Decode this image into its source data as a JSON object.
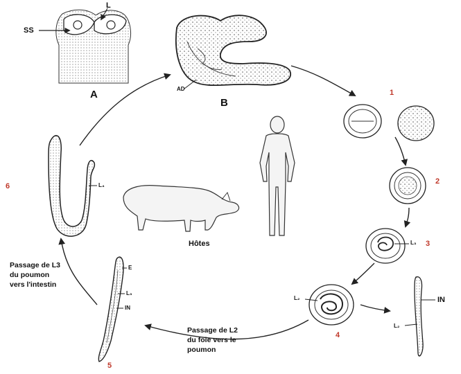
{
  "colors": {
    "line": "#222222",
    "number": "#c0392b",
    "fill": "#f2f2f2"
  },
  "labels": {
    "A": "A",
    "B": "B",
    "SS": "SS",
    "L": "L",
    "AD": "AD",
    "hosts": "Hôtes",
    "E": "E",
    "IN_left": "IN",
    "IN_right": "IN",
    "L3_egg": "L₃",
    "L2_egg": "L₂",
    "L2_larva": "L₂",
    "L3_larva": "L₃",
    "L4_larva": "L₄"
  },
  "stages": {
    "s1": "1",
    "s2": "2",
    "s3": "3",
    "s4": "4",
    "s5": "5",
    "s6": "6"
  },
  "notes": {
    "l3_line1": "Passage de L3",
    "l3_line2": "du poumon",
    "l3_line3": "vers l'intestin",
    "l2_line1": "Passage de L2",
    "l2_line2": "du foie vers le",
    "l2_line3": "poumon"
  }
}
